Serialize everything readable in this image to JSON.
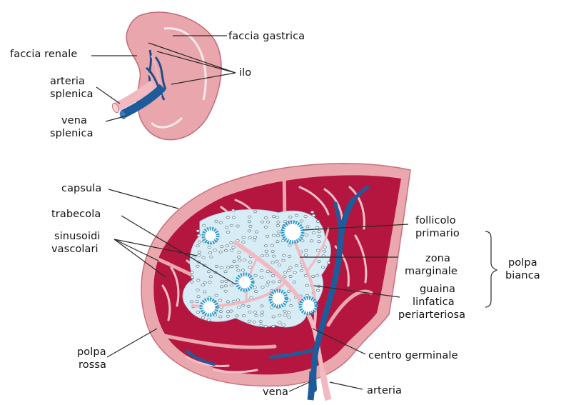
{
  "labels": {
    "faccia_gastrica": "faccia gastrica",
    "faccia_renale": "faccia renale",
    "ilo": "ilo",
    "arteria_splenica_1": "arteria",
    "arteria_splenica_2": "splenica",
    "vena_splenica_1": "vena",
    "vena_splenica_2": "splenica",
    "capsula": "capsula",
    "trabecola": "trabecola",
    "sinusoidi_1": "sinusoidi",
    "sinusoidi_2": "vascolari",
    "follicolo_1": "follicolo",
    "follicolo_2": "primario",
    "zona_1": "zona",
    "zona_2": "marginale",
    "guaina_1": "guaina",
    "guaina_2": "linfatica",
    "guaina_3": "periarteriosa",
    "polpa_bianca_1": "polpa",
    "polpa_bianca_2": "bianca",
    "centro_germinale": "centro germinale",
    "polpa_rossa_1": "polpa",
    "polpa_rossa_2": "rossa",
    "vena": "vena",
    "arteria": "arteria"
  },
  "colors": {
    "red_pulp": "#b5163f",
    "red_pulp_dark": "#8d0f30",
    "capsule": "#eaa7ad",
    "capsule_edge": "#c8707c",
    "white_pulp": "#d8ecf6",
    "artery": "#f2b9c1",
    "vein": "#1d5c9b",
    "follicle": "#2b9bd0",
    "spleen_surface": "#e9a6ac"
  }
}
